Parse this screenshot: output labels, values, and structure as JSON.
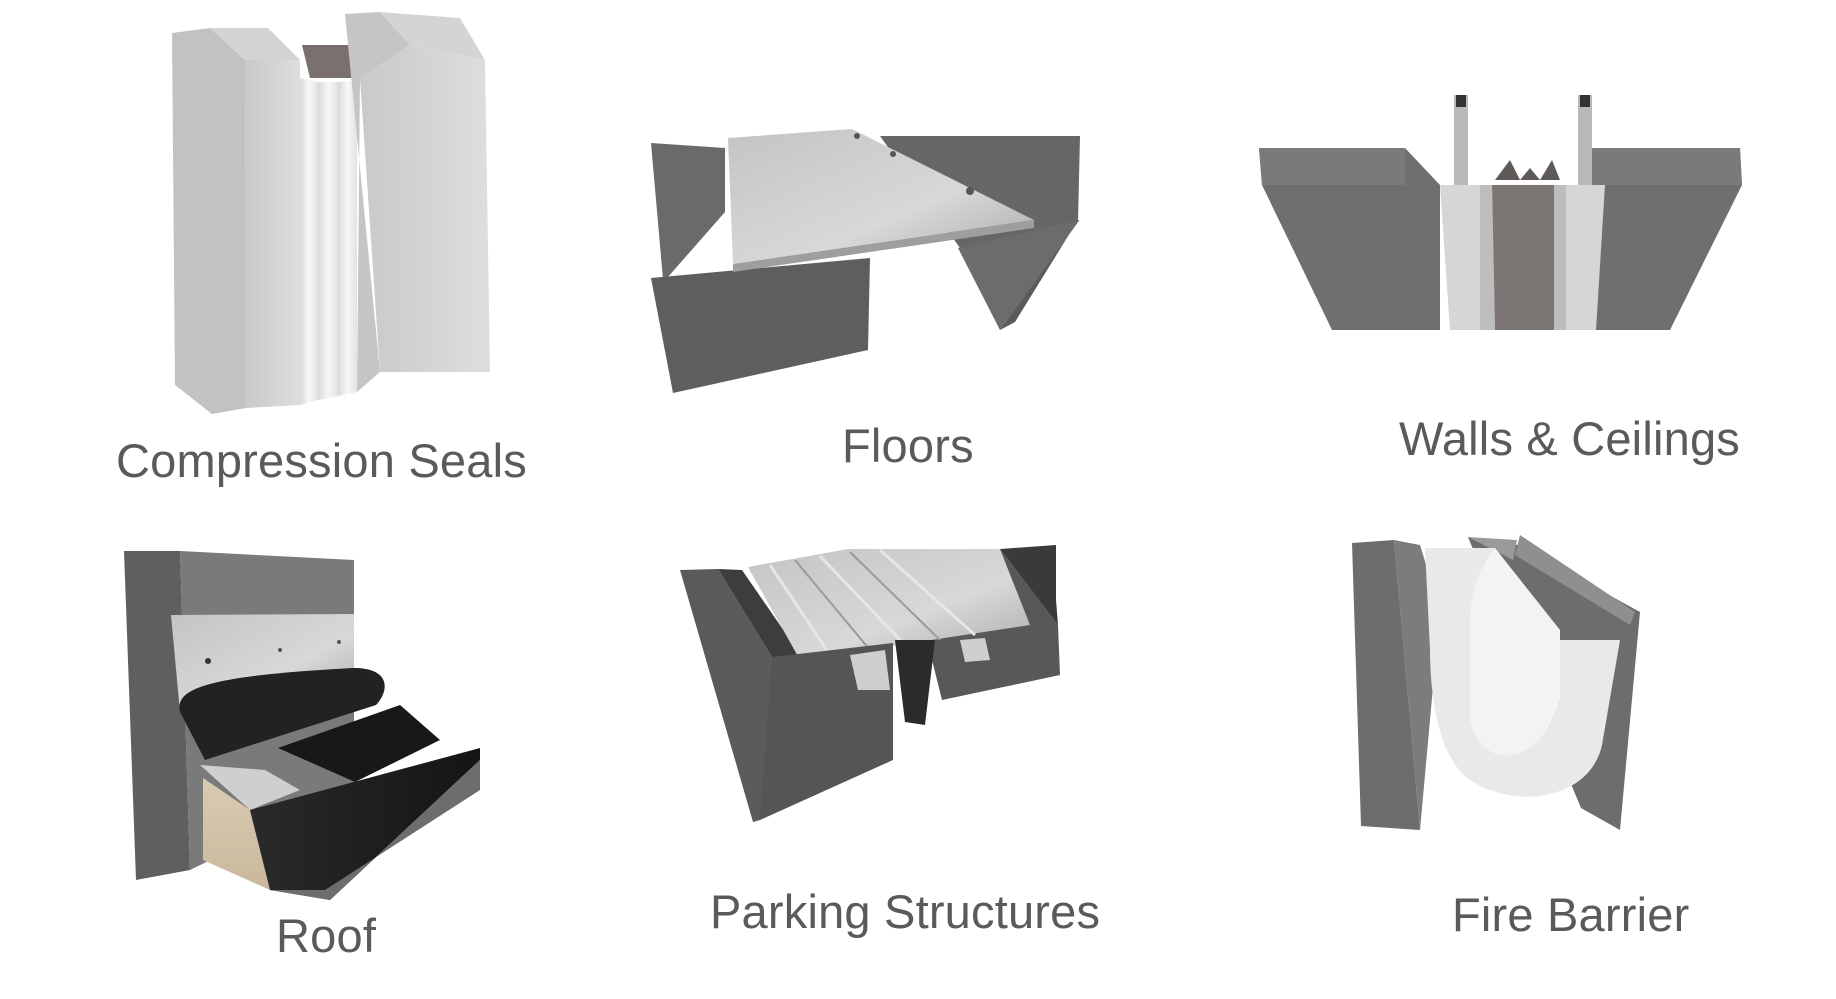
{
  "products": [
    {
      "id": "compression-seals",
      "label": "Compression Seals"
    },
    {
      "id": "floors",
      "label": "Floors"
    },
    {
      "id": "walls-ceilings",
      "label": "Walls & Ceilings"
    },
    {
      "id": "roof",
      "label": "Roof"
    },
    {
      "id": "parking-structures",
      "label": "Parking Structures"
    },
    {
      "id": "fire-barrier",
      "label": "Fire Barrier"
    }
  ],
  "colors": {
    "label_text": "#5a5a5c",
    "concrete_dark": "#6b6b6b",
    "concrete_light": "#d6d6d6",
    "metal": "#bdbdbd",
    "membrane_black": "#1e1e1e",
    "background": "#ffffff"
  }
}
